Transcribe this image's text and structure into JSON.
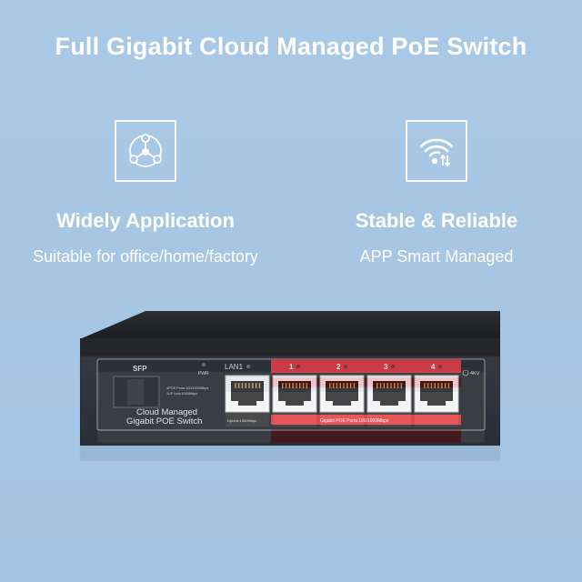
{
  "title": "Full Gigabit Cloud Managed PoE Switch",
  "features": [
    {
      "title": "Widely Application",
      "subtitle": "Suitable for office/home/factory",
      "icon": "network-triangle-icon"
    },
    {
      "title": "Stable & Reliable",
      "subtitle": "APP Smart Managed",
      "icon": "wifi-transfer-icon"
    }
  ],
  "device": {
    "sfp_label": "SFP",
    "pwr_label": "PWR",
    "poe_ports_text": "4POE Ports:100/1000Mbps",
    "uplink_text": "1UP Link:1000Mbps",
    "brand_line1": "Cloud Managed",
    "brand_line2": "Gigabit POE Switch",
    "lan1_label": "LAN1",
    "port_labels": [
      "1",
      "2",
      "3",
      "4"
    ],
    "uplink_bottom": "UpLink:1000Mbps",
    "gigabit_poe_text": "Gigabit POE Ports:100/1000Mbps",
    "surge_label": "4KV"
  },
  "colors": {
    "accent_red": "#e2262b",
    "body_black": "#1b1c1f",
    "background": "#a9c9e6"
  }
}
